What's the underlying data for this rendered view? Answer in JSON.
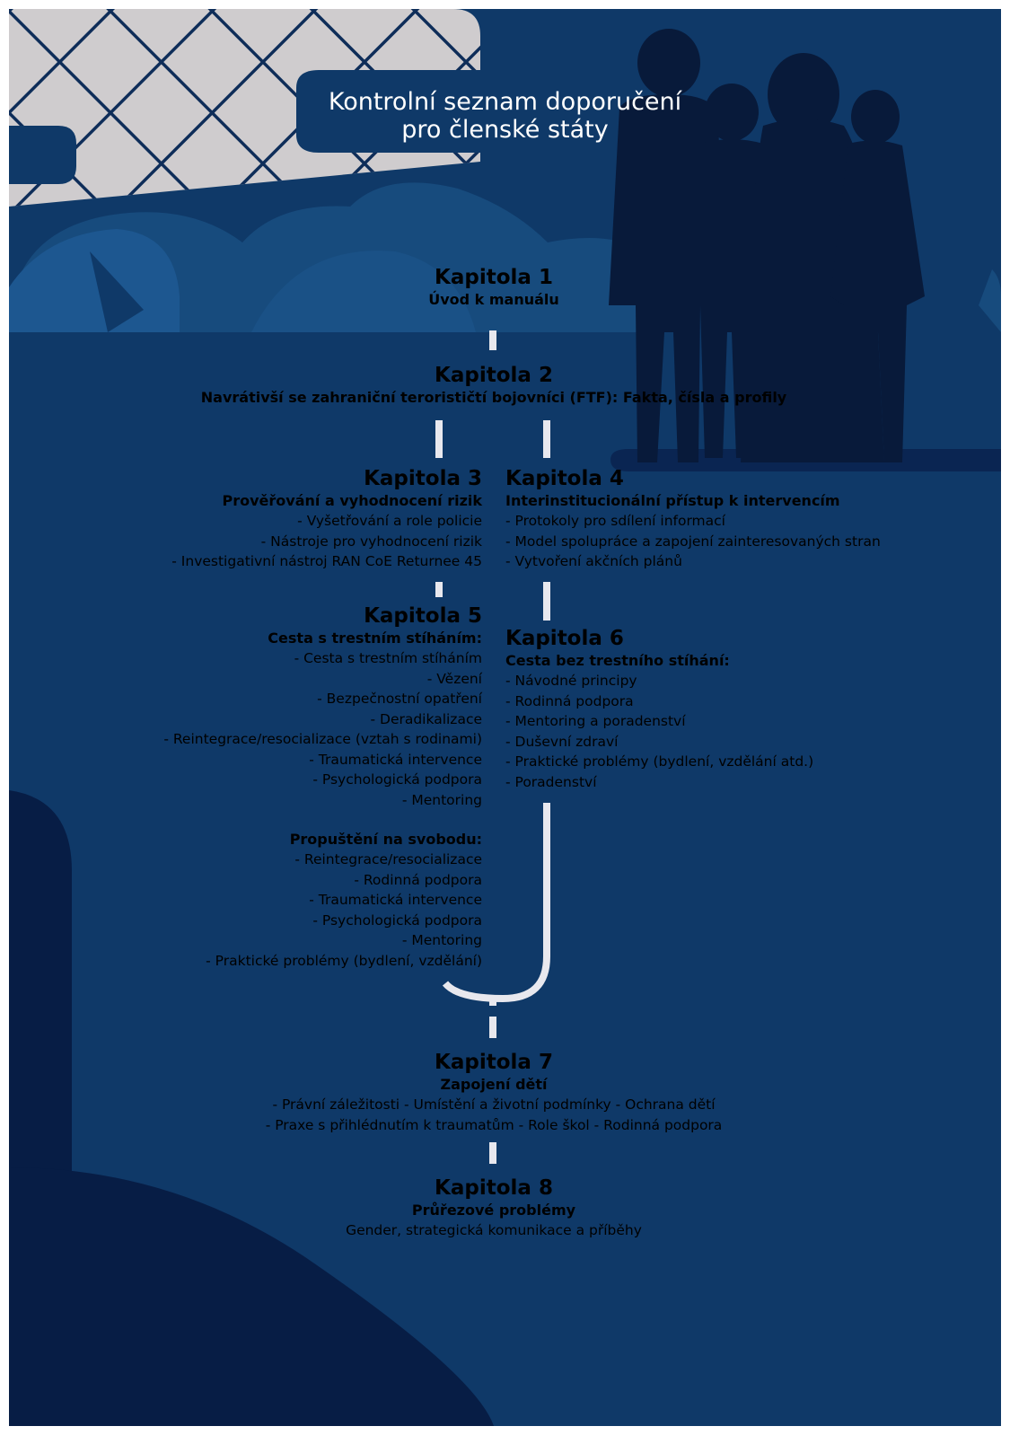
{
  "title": {
    "line1": "Kontrolní seznam doporučení",
    "line2": "pro členské státy"
  },
  "chapters": [
    {
      "title": "Kapitola 1",
      "subtitle": "Úvod k manuálu"
    },
    {
      "title": "Kapitola 2",
      "subtitle": "Navrátivší se zahraniční terorističtí bojovníci (FTF): Fakta, čísla a profily"
    },
    {
      "title": "Kapitola 3",
      "subtitle": "Prověřování a vyhodnocení rizik",
      "items": [
        "- Vyšetřování a role policie",
        "- Nástroje pro vyhodnocení rizik",
        "- Investigativní nástroj RAN CoE Returnee 45"
      ]
    },
    {
      "title": "Kapitola 4",
      "subtitle": "Interinstitucionální přístup k intervencím",
      "items": [
        "- Protokoly pro sdílení informací",
        "- Model spolupráce a zapojení zainteresovaných stran",
        "- Vytvoření akčních plánů"
      ]
    },
    {
      "title": "Kapitola 5",
      "subtitle": "Cesta s trestním stíháním:",
      "items": [
        "- Cesta s trestním stíháním",
        "- Vězení",
        "- Bezpečnostní opatření",
        "- Deradikalizace",
        "- Reintegrace/resocializace (vztah s rodinami)",
        "- Traumatická intervence",
        "- Psychologická podpora",
        "- Mentoring"
      ],
      "subtitle2": "Propuštění na svobodu:",
      "items2": [
        "- Reintegrace/resocializace",
        "- Rodinná podpora",
        "- Traumatická intervence",
        "- Psychologická podpora",
        "- Mentoring",
        "- Praktické problémy (bydlení, vzdělání)"
      ]
    },
    {
      "title": "Kapitola 6",
      "subtitle": "Cesta bez trestního stíhání:",
      "items": [
        "- Návodné principy",
        "- Rodinná podpora",
        "- Mentoring a poradenství",
        "- Duševní zdraví",
        "- Praktické problémy (bydlení, vzdělání atd.)",
        "- Poradenství"
      ]
    },
    {
      "title": "Kapitola 7",
      "subtitle": "Zapojení dětí",
      "items": [
        "- Právní záležitosti - Umístění a životní podmínky - Ochrana dětí",
        "- Praxe s přihlédnutím k traumatům - Role škol - Rodinná podpora"
      ]
    },
    {
      "title": "Kapitola 8",
      "subtitle": "Průřezové problémy",
      "items": [
        "Gender, strategická komunikace a příběhy"
      ]
    }
  ],
  "colors": {
    "background": "#0f3968",
    "dark_navy": "#071d45",
    "mid_blue": "#174b7d",
    "fence_bg": "#cfccce",
    "fence_wire": "#0e2d59",
    "connector": "#e8e8ee",
    "silhouette": "#081a3a"
  }
}
